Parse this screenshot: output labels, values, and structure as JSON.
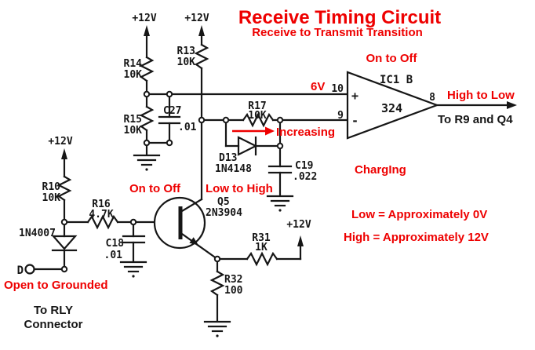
{
  "colors": {
    "annotation_red": "#ee0000",
    "ink": "#161616",
    "background": "#ffffff"
  },
  "title": {
    "main": "Receive Timing Circuit",
    "subtitle": "Receive to Transmit Transition"
  },
  "power": {
    "label": "+12V"
  },
  "components": {
    "r14": {
      "ref": "R14",
      "value": "10K"
    },
    "r13": {
      "ref": "R13",
      "value": "10K"
    },
    "r15": {
      "ref": "R15",
      "value": "10K"
    },
    "c27": {
      "ref": "C27",
      "value": ".01"
    },
    "r17": {
      "ref": "R17",
      "value": "10K"
    },
    "d13": {
      "ref": "D13",
      "value": "1N4148"
    },
    "c19": {
      "ref": "C19",
      "value": ".022"
    },
    "r10": {
      "ref": "R10",
      "value": "10K"
    },
    "r16": {
      "ref": "R16",
      "value": "4.7K"
    },
    "c18": {
      "ref": "C18",
      "value": ".01"
    },
    "d_input": {
      "value": "1N4007"
    },
    "q5": {
      "ref": "Q5",
      "value": "2N3904"
    },
    "r31": {
      "ref": "R31",
      "value": "1K"
    },
    "r32": {
      "ref": "R32",
      "value": "100"
    }
  },
  "opamp": {
    "name": "IC1 B",
    "part": "324",
    "plus": "+",
    "minus": "-",
    "pin_noninv": "10",
    "pin_inv": "9",
    "pin_out": "8"
  },
  "terminal": {
    "label": "D"
  },
  "annotations": {
    "opamp_state": "On to Off",
    "q5_state": "On to Off",
    "base_state": "Low to High",
    "output_state": "High to Low",
    "noninv_voltage": "6V",
    "increasing": "Increasing",
    "charging": "ChargIng",
    "input_state": "Open to Grounded",
    "low_note": "Low = Approximately 0V",
    "high_note": "High = Approximately 12V"
  },
  "notes": {
    "output_dest": "To R9 and Q4",
    "input_dest_line1": "To RLY",
    "input_dest_line2": "Connector"
  }
}
